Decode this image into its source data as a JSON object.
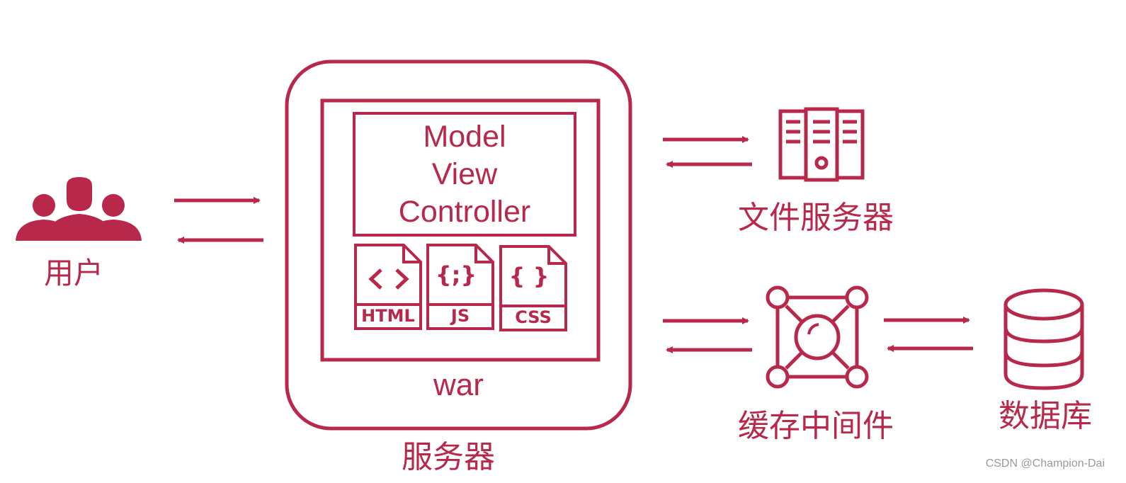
{
  "colors": {
    "accent": "#b8284a",
    "background": "#ffffff",
    "watermark": "#9a9a9a"
  },
  "nodes": {
    "user": {
      "label": "用户",
      "icon": "users-icon"
    },
    "server": {
      "label": "服务器",
      "war_label": "war",
      "mvc": [
        "Model",
        "View",
        "Controller"
      ],
      "files": [
        {
          "label": "HTML",
          "glyph": "< >",
          "icon": "html-file-icon"
        },
        {
          "label": "JS",
          "glyph": "{;}",
          "icon": "js-file-icon"
        },
        {
          "label": "CSS",
          "glyph": "{ }",
          "icon": "css-file-icon"
        }
      ]
    },
    "file_server": {
      "label": "文件服务器",
      "icon": "server-rack-icon"
    },
    "cache": {
      "label": "缓存中间件",
      "icon": "cache-hub-icon"
    },
    "database": {
      "label": "数据库",
      "icon": "database-icon"
    }
  },
  "edges": [
    {
      "from": "user",
      "to": "server",
      "bidirectional": true
    },
    {
      "from": "server",
      "to": "file_server",
      "bidirectional": true
    },
    {
      "from": "server",
      "to": "cache",
      "bidirectional": true
    },
    {
      "from": "cache",
      "to": "database",
      "bidirectional": true
    }
  ],
  "watermark": "CSDN @Champion-Dai"
}
